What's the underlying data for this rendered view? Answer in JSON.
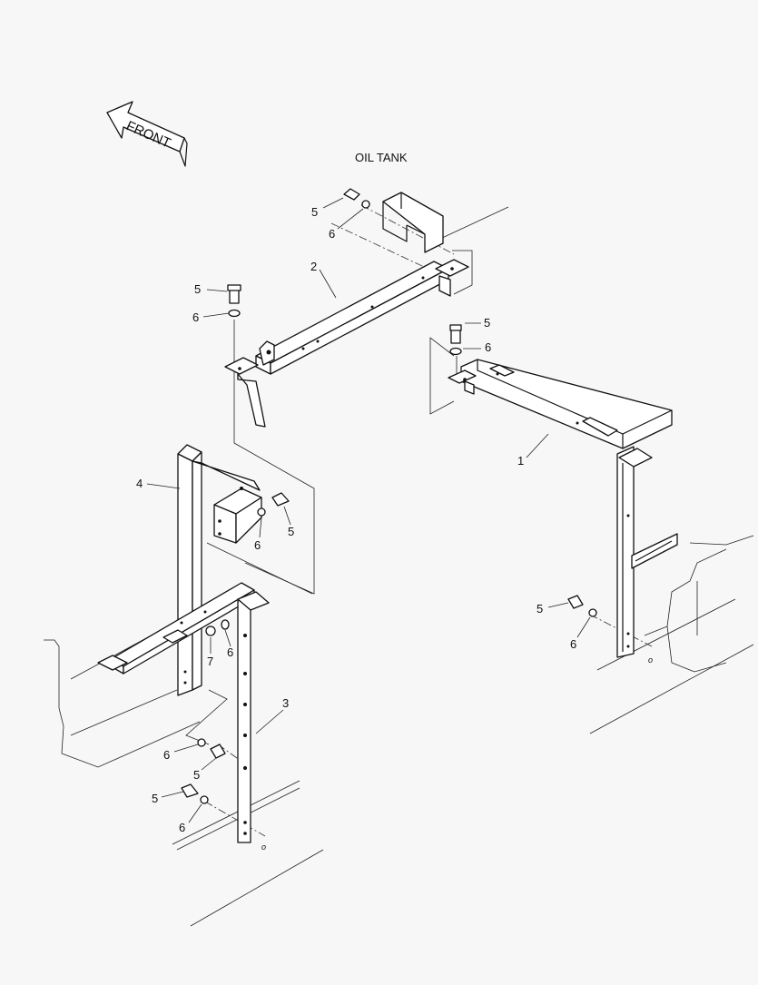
{
  "front_label": "FRONT",
  "title": "OIL TANK",
  "callouts": {
    "part_1": "1",
    "part_2": "2",
    "part_3": "3",
    "part_4": "4",
    "part_5": "5",
    "part_6": "6",
    "part_7": "7"
  }
}
